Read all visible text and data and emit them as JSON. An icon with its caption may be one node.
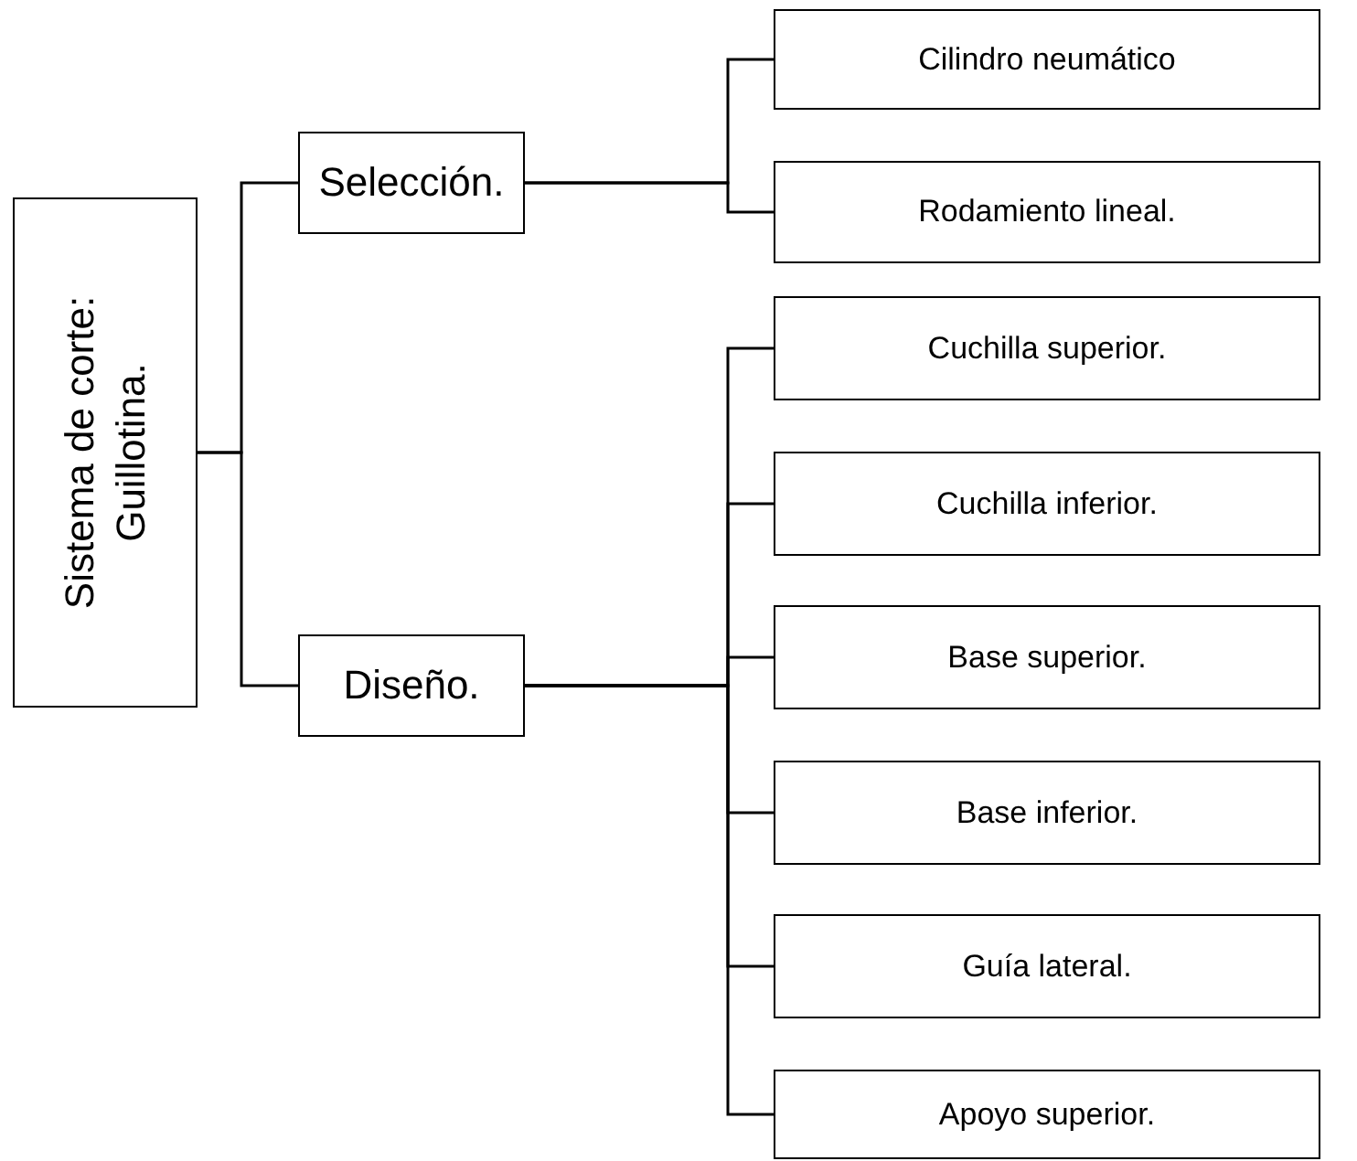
{
  "diagram": {
    "nodes": [
      {
        "text": [
          "Sistema de corte: Guillotina."
        ]
      },
      {
        "text": [
          "Selección."
        ]
      },
      {
        "text": [
          "Cilindro neumático"
        ]
      },
      {
        "text": [
          "Rodamiento lineal."
        ]
      },
      {
        "text": [
          "Diseño."
        ]
      },
      {
        "text": [
          "Cuchilla superior."
        ]
      },
      {
        "text": [
          "Cuchilla inferior."
        ]
      },
      {
        "text": [
          "Base superior."
        ]
      },
      {
        "text": [
          "Base inferior."
        ]
      },
      {
        "text": [
          "Guía lateral."
        ]
      },
      {
        "text": [
          "Apoyo superior."
        ]
      }
    ],
    "edges": [
      {
        "from": 0,
        "to": 1,
        "arrow": "none"
      },
      {
        "from": 0,
        "to": 4,
        "arrow": "none"
      },
      {
        "from": 1,
        "to": 2,
        "arrow": "none"
      },
      {
        "from": 1,
        "to": 3,
        "arrow": "none"
      },
      {
        "from": 4,
        "to": 5,
        "arrow": "none"
      },
      {
        "from": 4,
        "to": 6,
        "arrow": "none"
      },
      {
        "from": 4,
        "to": 7,
        "arrow": "none"
      },
      {
        "from": 4,
        "to": 8,
        "arrow": "none"
      },
      {
        "from": 4,
        "to": 9,
        "arrow": "none"
      },
      {
        "from": 4,
        "to": 10,
        "arrow": "none"
      }
    ]
  }
}
